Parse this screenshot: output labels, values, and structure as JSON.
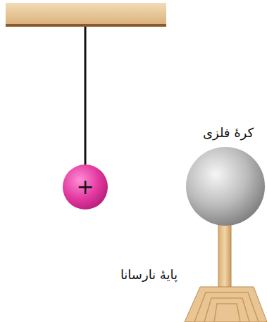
{
  "diagram": {
    "nodes": [
      {
        "text": [
          "+"
        ]
      },
      {
        "text": [
          "کرهٔ فلزی"
        ]
      }
    ],
    "labels": [
      "پایهٔ نارسانا"
    ]
  }
}
